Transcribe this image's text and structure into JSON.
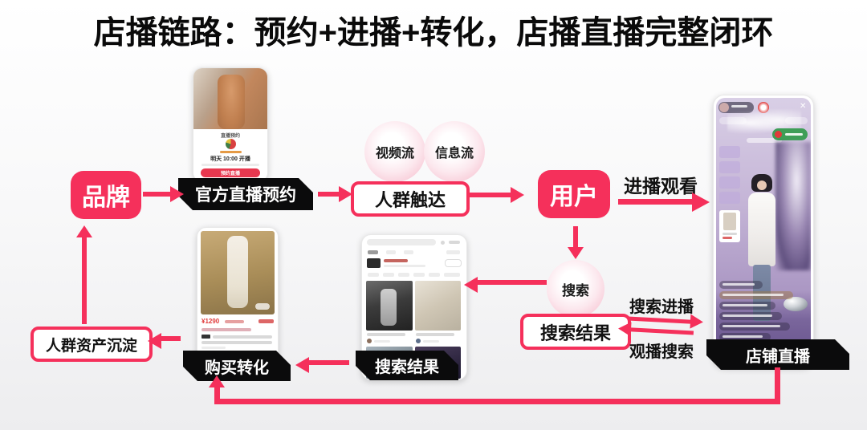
{
  "title": "店播链路：预约+进播+转化，店播直播完整闭环",
  "colors": {
    "accent": "#F5305B",
    "black_badge": "#0B0B0C",
    "bubble_pink": "#F5B7C8",
    "live_theme_purple": "#BCABD1",
    "live_green_button": "#3E9E57"
  },
  "nodes": {
    "brand": "品牌",
    "official_reserve": "官方直播预约",
    "video_stream": "视频流",
    "feed_stream": "信息流",
    "crowd_reach": "人群触达",
    "user": "用户",
    "search": "搜索",
    "search_result": "搜索结果",
    "search_result_page": "搜索结果",
    "purchase_convert": "购买转化",
    "asset_settle": "人群资产沉淀",
    "store_live": "店铺直播"
  },
  "labels": {
    "enter_watch": "进播观看",
    "search_enter": "搜索进播",
    "watch_search": "观播搜索"
  },
  "phones": {
    "reserve": {
      "sheet_title": "直播预约",
      "time": "明天 10:00 开播",
      "button": "预约直播"
    },
    "product": {
      "price": "¥1290"
    }
  },
  "icons": {
    "close": "✕"
  }
}
